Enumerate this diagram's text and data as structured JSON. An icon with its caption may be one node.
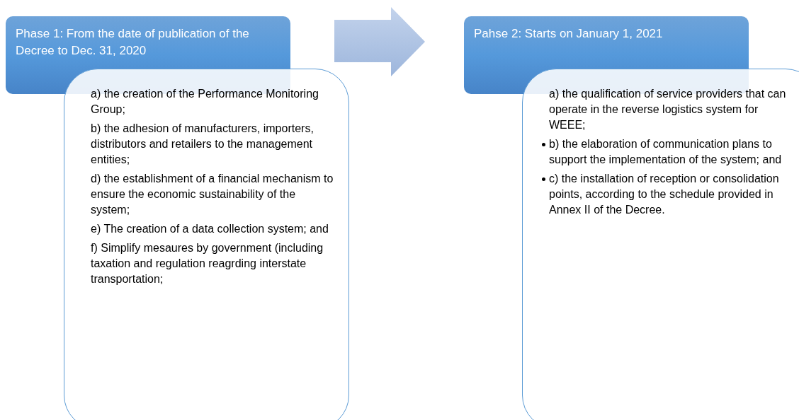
{
  "diagram": {
    "nodes": [
      {
        "text": [
          "Phase 1: From the date of publication of the Decree to Dec. 31,  2020"
        ]
      },
      {
        "text": [
          "a) the creation of the Performance Monitoring Group;",
          "b) the adhesion of manufacturers, importers, distributors and retailers to the management entities;",
          "d) the establishment of a financial mechanism to ensure the economic sustainability of the system;",
          "e) The creation of a data collection system; and",
          "f) Simplify mesaures by government (including taxation and regulation reagrding interstate transportation;"
        ]
      },
      {
        "text": [
          "Pahse 2: Starts on January 1, 2021"
        ]
      },
      {
        "text": [
          "a) the qualification of service providers that can operate in the reverse logistics system for WEEE;",
          "b) the elaboration of communication plans to support the implementation of the system; and",
          "c) the installation of reception or consolidation points, according to the schedule provided in Annex II of the Decree."
        ]
      }
    ],
    "edges": [
      {
        "from": 0,
        "to": 2,
        "arrow": "to"
      }
    ]
  }
}
